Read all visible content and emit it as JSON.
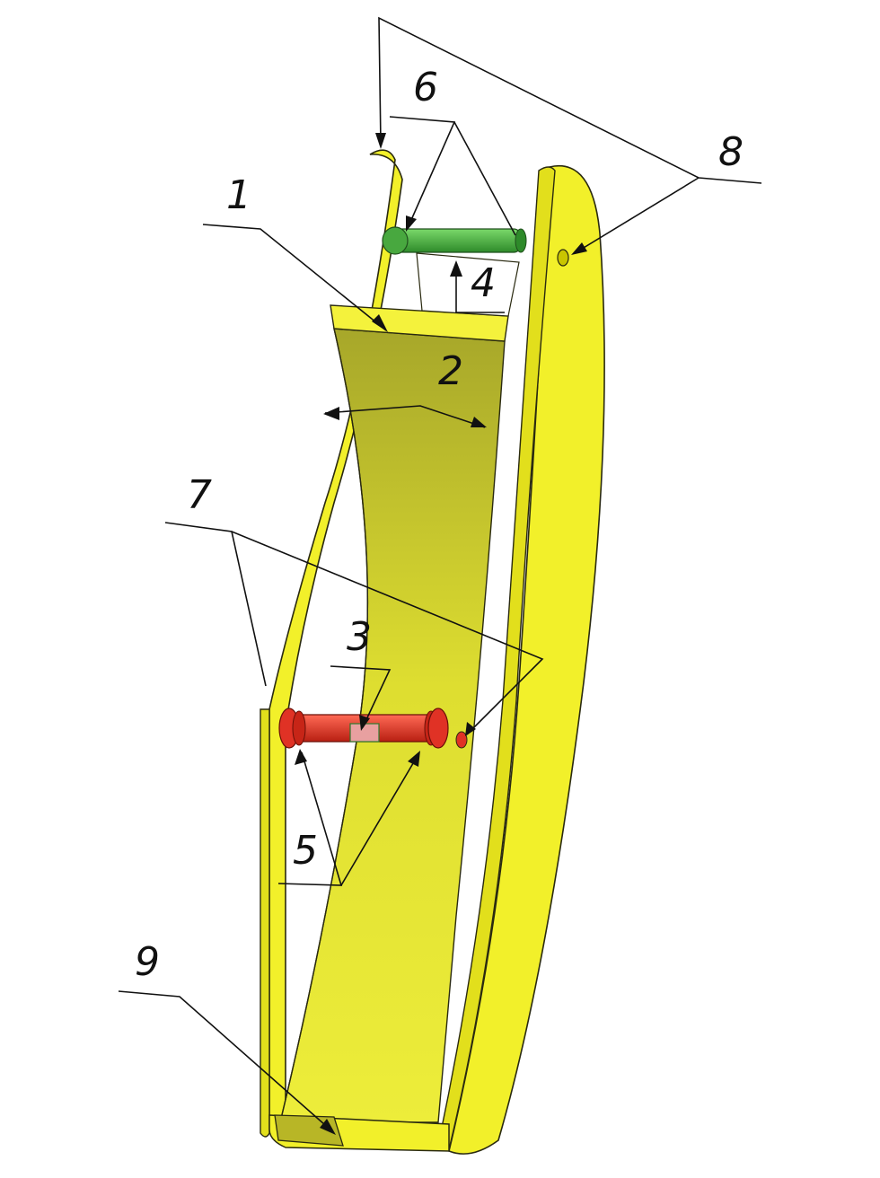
{
  "labels": {
    "l1": "1",
    "l2": "2",
    "l3": "3",
    "l4": "4",
    "l5": "5",
    "l6": "6",
    "l7": "7",
    "l8": "8",
    "l9": "9"
  },
  "colors": {
    "body": "#f2f02a",
    "body_dark": "#c9c500",
    "inner_top": "#a7a72a",
    "inner_bottom": "#ecec38",
    "upper_pin": "#3fa23a",
    "lower_pin": "#e03225",
    "outline": "#2a2a10"
  }
}
